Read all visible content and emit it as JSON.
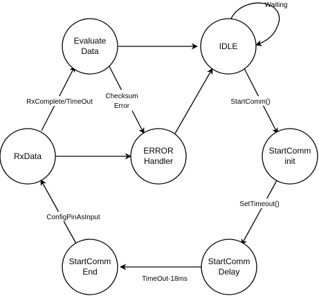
{
  "states": {
    "evaluate": {
      "line1": "Evaluate",
      "line2": "Data"
    },
    "idle": {
      "line1": "IDLE"
    },
    "rxdata": {
      "line1": "RxData"
    },
    "error": {
      "line1": "ERROR",
      "line2": "Handler"
    },
    "init": {
      "line1": "StartComm",
      "line2": "init"
    },
    "end": {
      "line1": "StartComm",
      "line2": "End"
    },
    "delay": {
      "line1": "StartComm",
      "line2": "Delay"
    }
  },
  "transitions": {
    "waiting": "Waiting",
    "checksum_line1": "Checksum",
    "checksum_line2": "Error",
    "rxcomplete": "RxComplete/TimeOut",
    "startcomm": "StartComm()",
    "settimeout": "SetTimeout()",
    "configpin": "ConfigPinAsInput",
    "timeout18": "TimeOut-18ms"
  }
}
